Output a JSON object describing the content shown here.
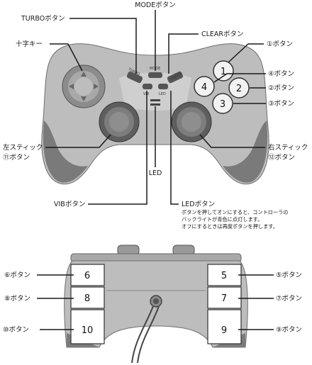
{
  "top_labels": {
    "turbo": "TURBOボタン",
    "mode": "MODEボタン",
    "clear": "CLEARボタン",
    "dpad": "十字キー",
    "btn1": "①ボタン",
    "btn4": "④ボタン",
    "btn2": "②ボタン",
    "btn3": "③ボタン",
    "left_stick_1": "左スティック",
    "left_stick_2": "⑪ボタン",
    "right_stick_1": "右スティック",
    "right_stick_2": "⑫ボタン",
    "led": "LED",
    "vib": "VIBボタン",
    "led_button": "LEDボタン",
    "led_desc_1": "ボタンを押してオンにすると、コントローラの",
    "led_desc_2": "バックライトが青色に点灯します。",
    "led_desc_3": "オフにするときは再度ボタンを押します。"
  },
  "face_buttons": {
    "b1": "1",
    "b2": "2",
    "b3": "3",
    "b4": "4"
  },
  "pad_marks": {
    "turbo": "TURBO",
    "mode": "MODE",
    "clear": "CLEAR",
    "vib": "VIB",
    "led": "LED"
  },
  "bottom_labels": {
    "b6": "⑥ボタン",
    "b8": "⑧ボタン",
    "b10": "⑩ボタン",
    "b5": "⑤ボタン",
    "b7": "⑦ボタン",
    "b9": "⑨ボタン"
  },
  "bottom_buttons": {
    "n6": "6",
    "n8": "8",
    "n10": "10",
    "n5": "5",
    "n7": "7",
    "n9": "9"
  },
  "colors": {
    "body": "#bdbdbd",
    "dark": "#6e6e6e",
    "line": "#1a1a1a",
    "panel": "#ffffff"
  }
}
